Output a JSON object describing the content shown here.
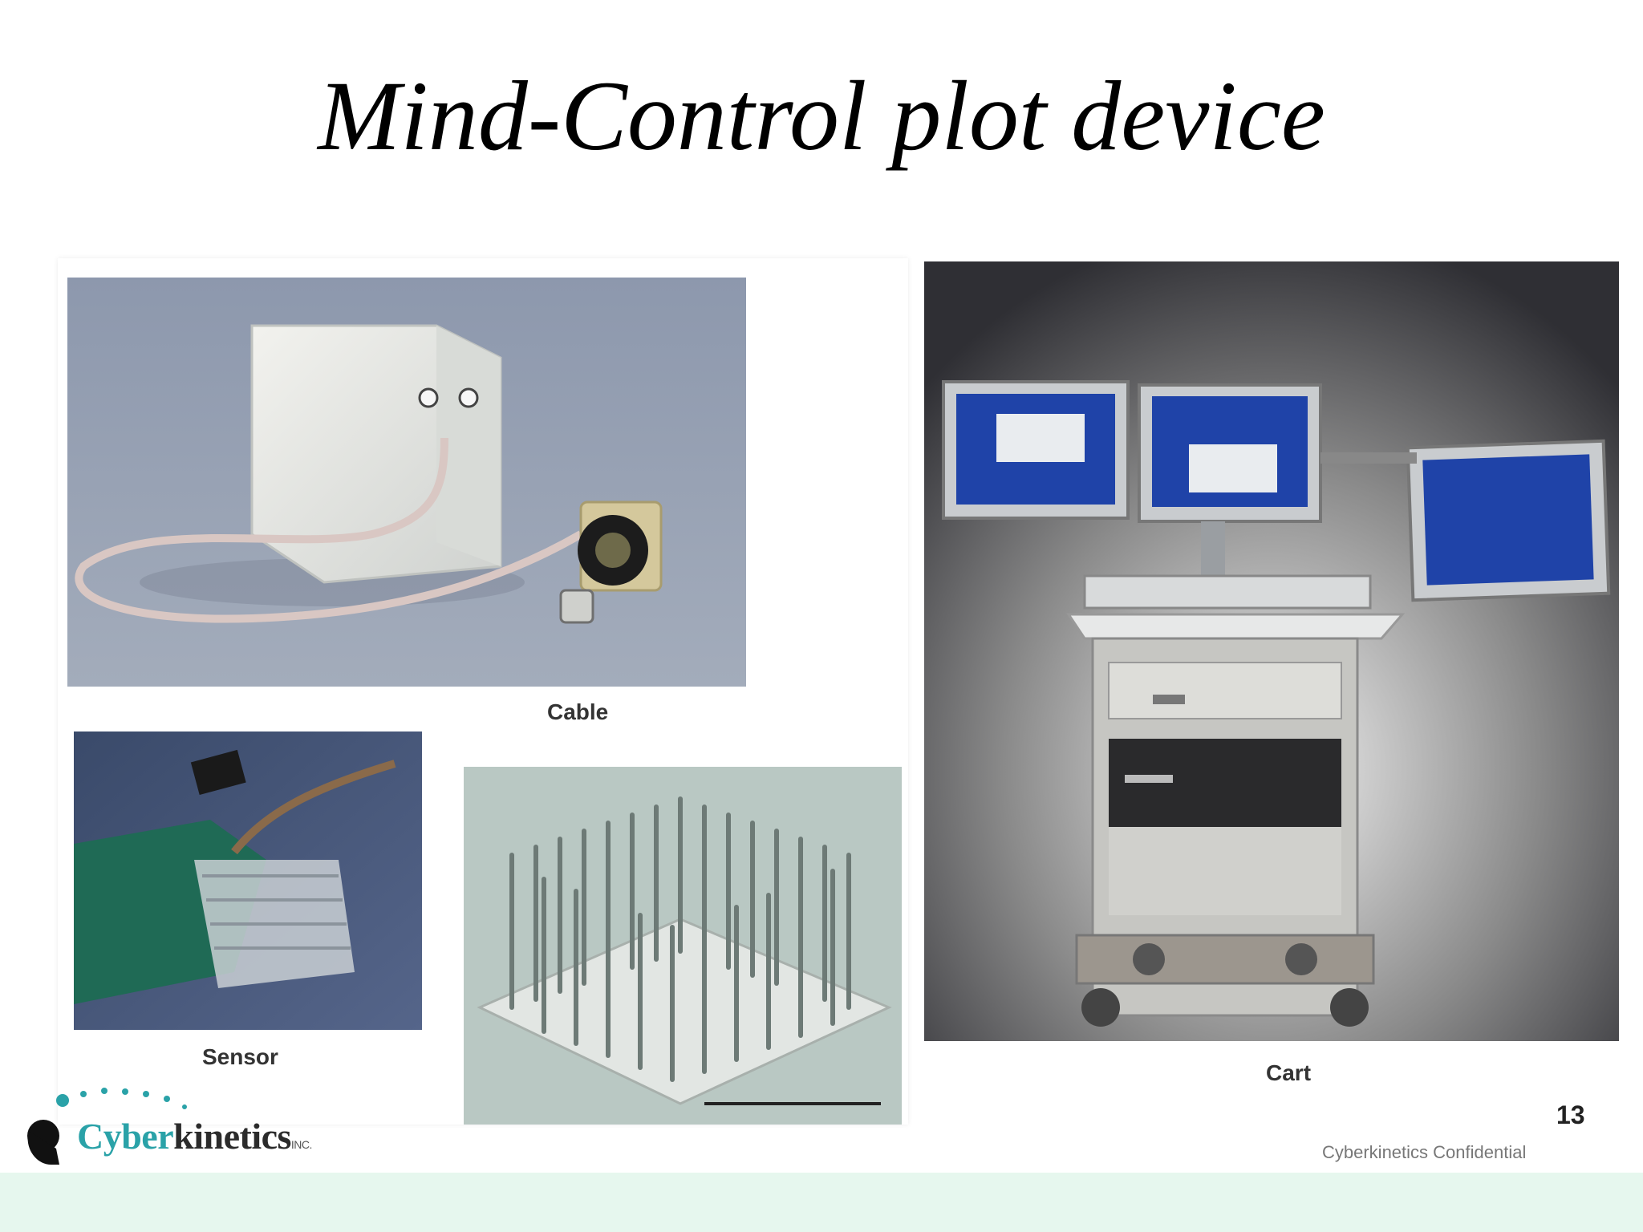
{
  "slide": {
    "title": "Mind-Control plot device",
    "page_number": "13",
    "confidential": "Cyberkinetics Confidential"
  },
  "logo": {
    "brand_part1": "Cyber",
    "brand_part2": "kinetics",
    "suffix": "INC."
  },
  "captions": {
    "cable": "Cable",
    "sensor": "Sensor",
    "cart": "Cart"
  },
  "colors": {
    "footer_band": "#e6f7ee",
    "logo_teal": "#2aa2a8",
    "photo_blue_gray": "#8e9aaf",
    "screen_blue": "#1f43a8"
  }
}
